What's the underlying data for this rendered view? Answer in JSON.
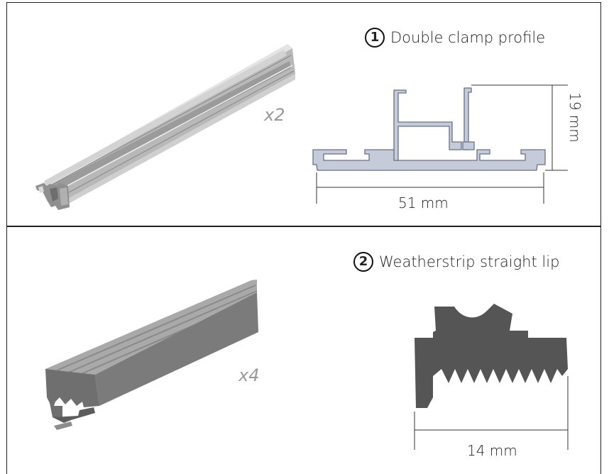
{
  "items": [
    {
      "number": "1",
      "title": "Double clamp profile",
      "quantity": "x2",
      "dimensions": {
        "width": "51 mm",
        "height": "19 mm"
      },
      "profile_color": "#c5cbd8"
    },
    {
      "number": "2",
      "title": "Weatherstrip straight lip",
      "quantity": "x4",
      "dimensions": {
        "width": "14 mm"
      },
      "profile_color": "#555555"
    }
  ]
}
